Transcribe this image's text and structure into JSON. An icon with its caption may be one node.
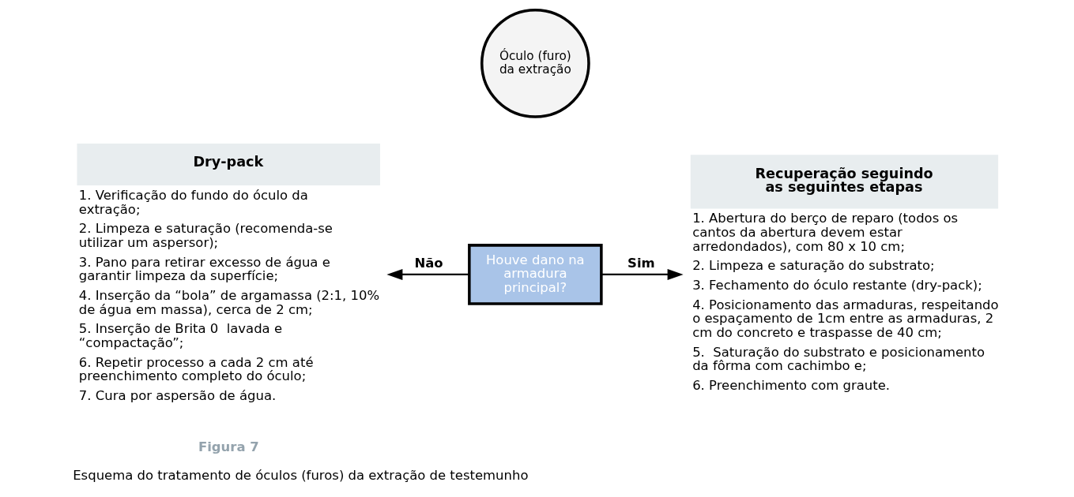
{
  "diagram": {
    "caption": "Esquema do tratamento de óculos (furos) da extração de testemunho",
    "nodes": [
      {
        "text": [
          "Dry-pack"
        ],
        "beside": [
          "1. Verificação do fundo do óculo da extração;",
          "2. Limpeza e saturação (recomenda-se utilizar um aspersor);",
          "3. Pano para retirar excesso de água e garantir limpeza da superfície;",
          "4. Inserção da “bola” de argamassa (2:1, 10% de água em massa), cerca de 2 cm;",
          "5. Inserção de Brita 0  lavada e “compactação”;",
          "6. Repetir processo a cada 2 cm até preenchimento completo do óculo;",
          "7. Cura por aspersão de água."
        ]
      },
      {
        "text": [
          "Óculo (furo) da extração"
        ]
      },
      {
        "text": [
          "Houve dano na armadura principal?"
        ]
      },
      {
        "text": [
          "Recuperação seguindo as seguintes etapas"
        ],
        "beside": [
          "1. Abertura do berço de reparo (todos os cantos da abertura devem estar arredondados), com 80 x 10 cm;",
          "2. Limpeza e saturação do substrato;",
          "3. Fechamento do óculo restante (dry-pack);",
          "4. Posicionamento das armaduras, respeitando o espaçamento de 1cm entre as armaduras, 2 cm do concreto e traspasse de 40 cm;",
          "5.  Saturação do substrato e posicionamento da fôrma com cachimbo e;",
          "6. Preenchimento com graute."
        ]
      }
    ],
    "edges": [
      {
        "from": 2,
        "to": 0,
        "arrow": "to",
        "label": "Não"
      },
      {
        "from": 2,
        "to": 3,
        "arrow": "to",
        "label": "Sim"
      }
    ],
    "labels": [
      "Figura 7"
    ]
  }
}
